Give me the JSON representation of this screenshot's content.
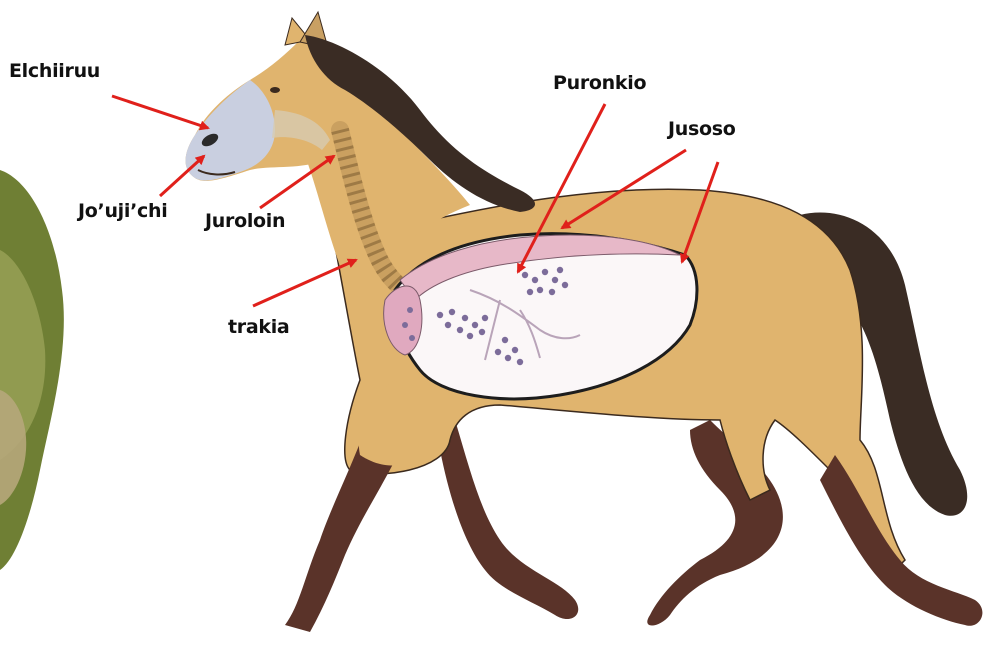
{
  "labels": {
    "nostril": "Elchiiruu",
    "mouth": "Jo’uji’chi",
    "throat": "Juroloin",
    "trachea": "trakia",
    "lungs": "Puronkio",
    "diaphragm": "Jusoso"
  },
  "colors": {
    "coat": "#e0b46e",
    "mane": "#3a2c24",
    "legs": "#5a3329",
    "muzzle": "#c9cfe0",
    "lung_pink": "#e7b8c8",
    "lung_dots": "#7c6c9a",
    "arrow": "#e0201b",
    "bush": "#7a8a3a"
  }
}
